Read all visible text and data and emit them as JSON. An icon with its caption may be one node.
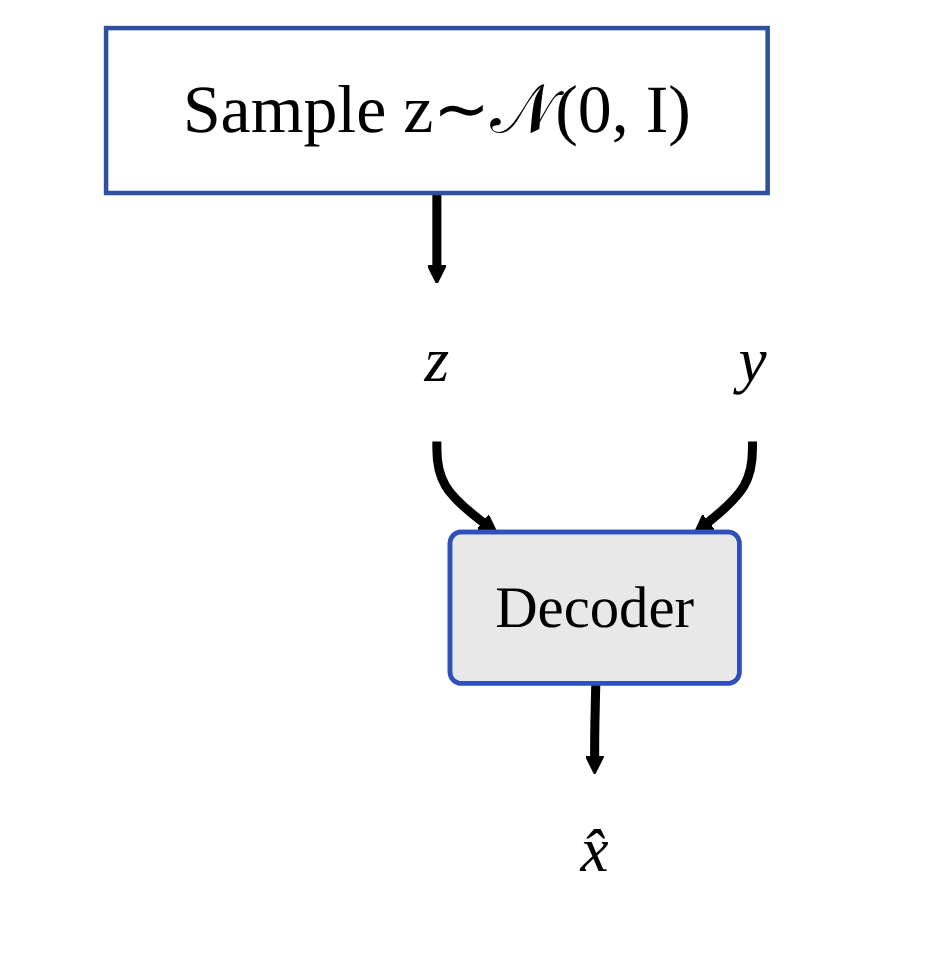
{
  "diagram": {
    "nodes": [
      {
        "text": [
          "Sample z∼𝒩(0, I)"
        ]
      },
      {
        "text": [
          "z"
        ]
      },
      {
        "text": [
          "y"
        ]
      },
      {
        "text": [
          "Decoder"
        ]
      },
      {
        "text": [
          "x̂"
        ]
      }
    ],
    "edges": [
      {
        "from": 0,
        "to": 1,
        "arrow": "to"
      },
      {
        "from": 1,
        "to": 3,
        "arrow": "to"
      },
      {
        "from": 2,
        "to": 3,
        "arrow": "to"
      },
      {
        "from": 3,
        "to": 4,
        "arrow": "to"
      }
    ]
  }
}
